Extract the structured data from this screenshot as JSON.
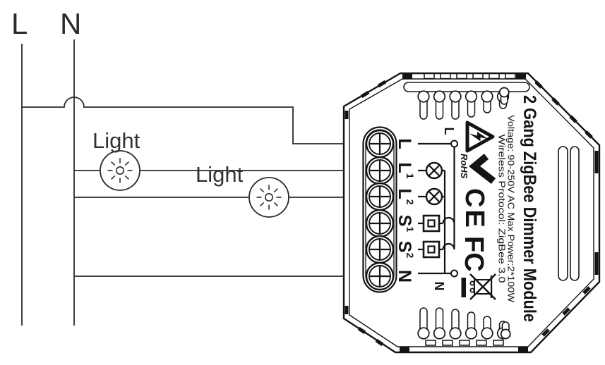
{
  "supply": {
    "live_label": "L",
    "neutral_label": "N"
  },
  "lights": [
    {
      "label": "Light"
    },
    {
      "label": "Light"
    }
  ],
  "module": {
    "title": "2 Gang ZigBee Dimmer Module",
    "spec_voltage": "Voltage: 90-250V AC Max Power:2*100W",
    "spec_protocol": "Wireless Protocol: ZigBee 3.0",
    "terminals": [
      {
        "base": "L",
        "sup": ""
      },
      {
        "base": "L",
        "sup": "1"
      },
      {
        "base": "L",
        "sup": "2"
      },
      {
        "base": "S",
        "sup": "1"
      },
      {
        "base": "S",
        "sup": "2"
      },
      {
        "base": "N",
        "sup": ""
      }
    ],
    "schematic": {
      "live_label": "L",
      "neutral_label": "N"
    },
    "certifications": {
      "rohs": "RoHS",
      "ce": "CE",
      "fcc": "FC"
    },
    "icons": {
      "warning": "warning-triangle-lightning",
      "rohs_check": "bold-checkmark",
      "weee": "crossed-out-wheeled-bin"
    }
  },
  "colors": {
    "circuit_line": "#2a2a2a",
    "module_line": "#141414",
    "background": "#ffffff"
  }
}
